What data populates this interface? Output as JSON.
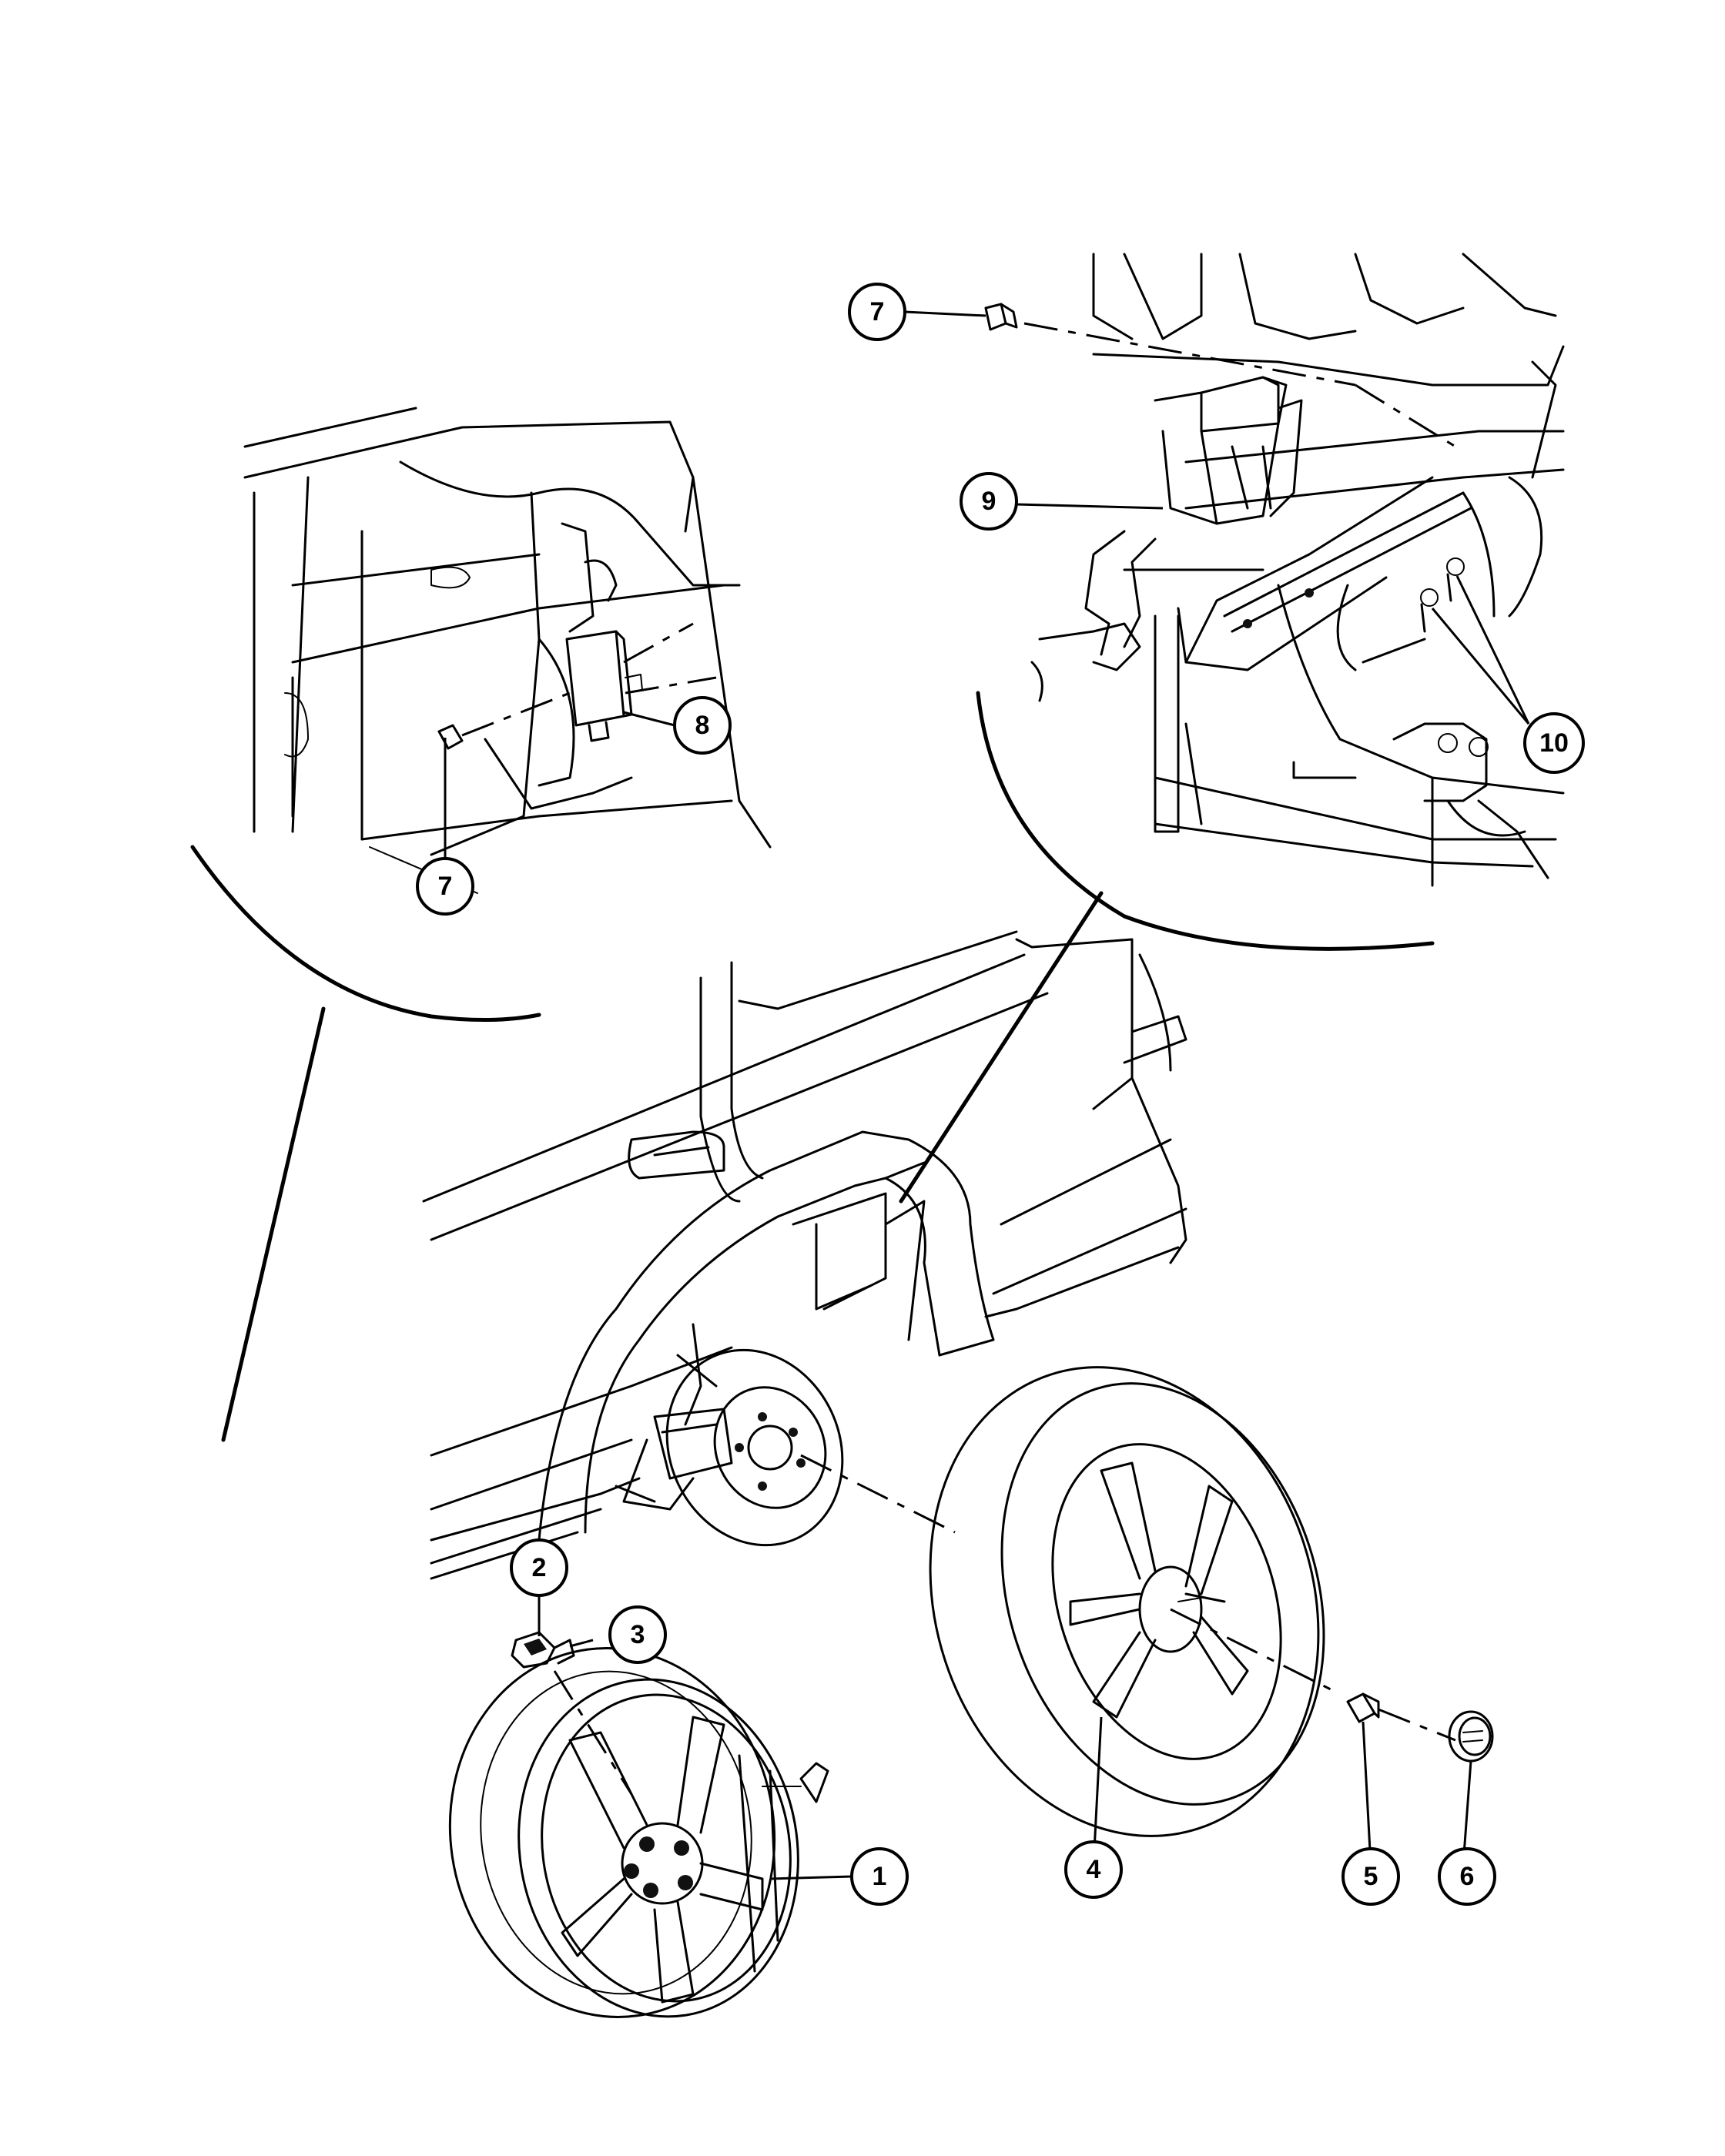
{
  "diagram": {
    "callouts": [
      {
        "id": "1",
        "label": "1"
      },
      {
        "id": "2",
        "label": "2"
      },
      {
        "id": "3",
        "label": "3"
      },
      {
        "id": "4",
        "label": "4"
      },
      {
        "id": "5",
        "label": "5"
      },
      {
        "id": "6",
        "label": "6"
      },
      {
        "id": "7a",
        "label": "7"
      },
      {
        "id": "7b",
        "label": "7"
      },
      {
        "id": "8",
        "label": "8"
      },
      {
        "id": "9",
        "label": "9"
      },
      {
        "id": "10",
        "label": "10"
      }
    ]
  }
}
